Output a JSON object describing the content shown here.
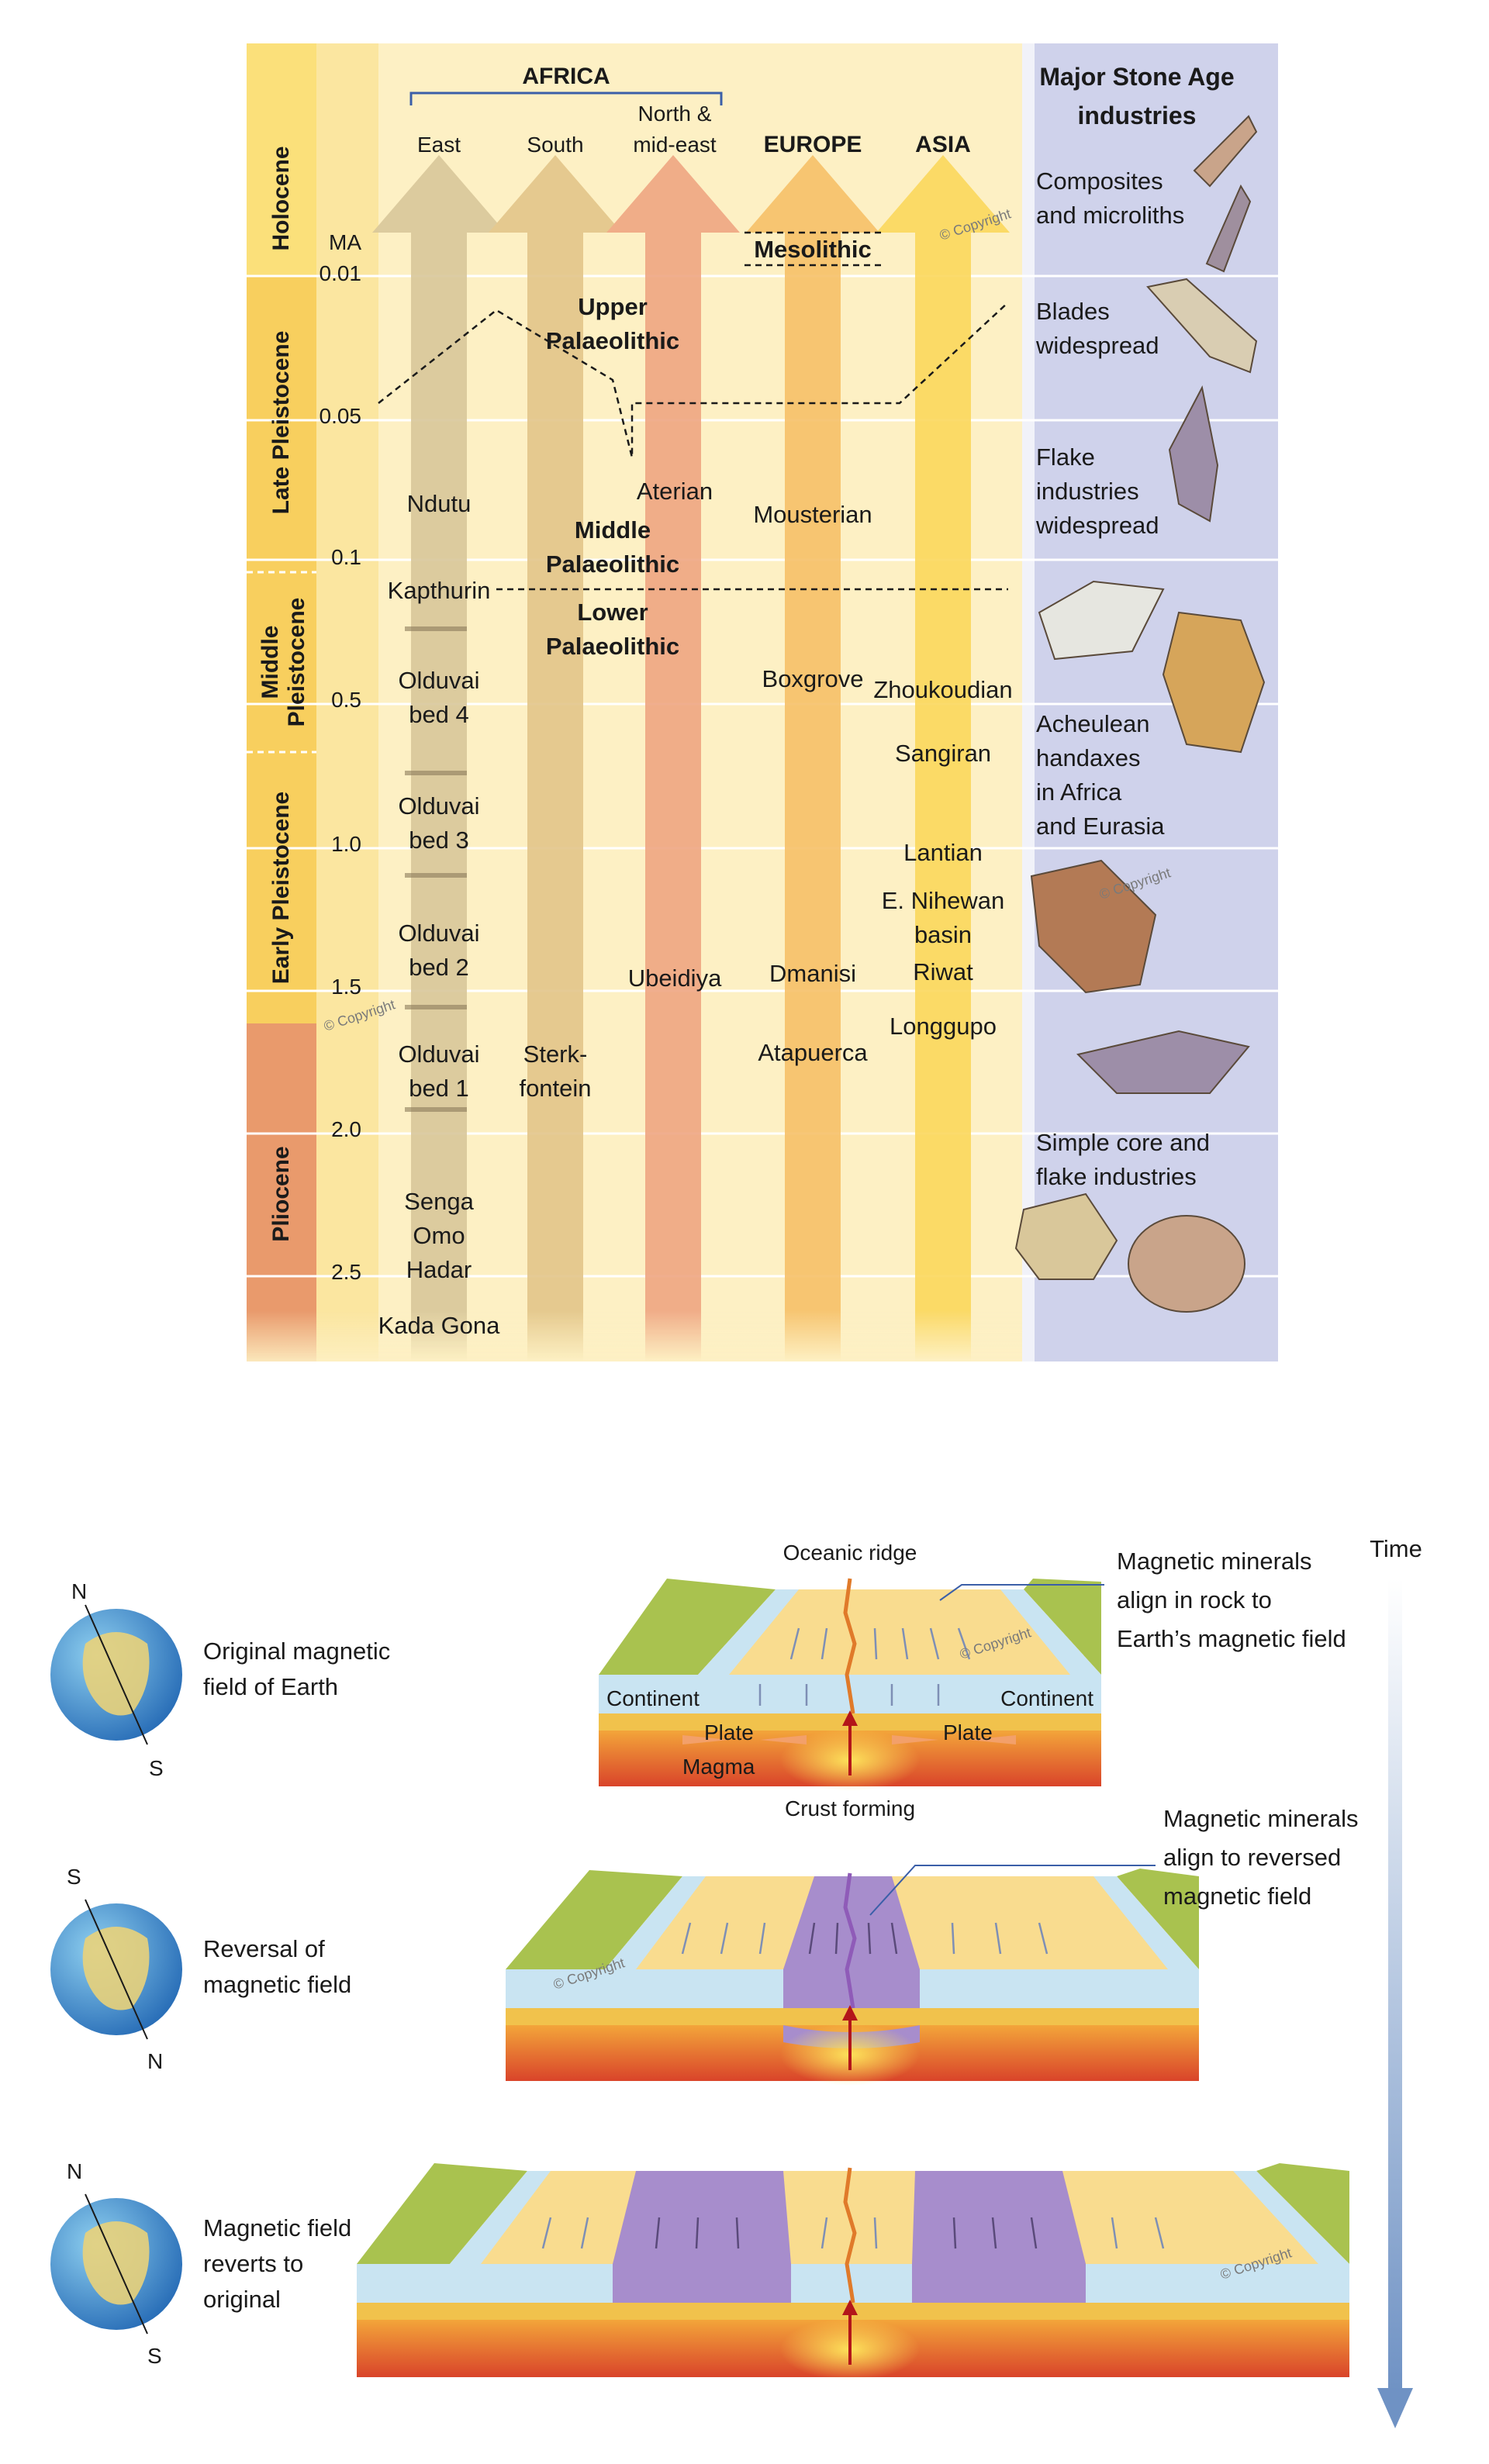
{
  "timeline": {
    "africa_header": "AFRICA",
    "columns": {
      "east": "East",
      "south": "South",
      "north_mideast": [
        "North &",
        "mid-east"
      ],
      "europe": "EUROPE",
      "asia": "ASIA"
    },
    "stone_age_header": [
      "Major Stone Age",
      "industries"
    ],
    "epochs": {
      "holocene": "Holocene",
      "late_pleistocene": "Late Pleistocene",
      "middle_pleistocene": [
        "Middle",
        "Pleistocene"
      ],
      "early_pleistocene": "Early Pleistocene",
      "pliocene": "Pliocene"
    },
    "axis": {
      "unit": "MA",
      "ticks": [
        "0.01",
        "0.05",
        "0.1",
        "0.5",
        "1.0",
        "1.5",
        "2.0",
        "2.5"
      ]
    },
    "periods": {
      "mesolithic": "Mesolithic",
      "upper": [
        "Upper",
        "Palaeolithic"
      ],
      "middle": [
        "Middle",
        "Palaeolithic"
      ],
      "lower": [
        "Lower",
        "Palaeolithic"
      ]
    },
    "east_sites": {
      "ndutu": "Ndutu",
      "kapthurin": "Kapthurin",
      "olduvai4": [
        "Olduvai",
        "bed 4"
      ],
      "olduvai3": [
        "Olduvai",
        "bed 3"
      ],
      "olduvai2": [
        "Olduvai",
        "bed 2"
      ],
      "olduvai1": [
        "Olduvai",
        "bed 1"
      ],
      "senga": [
        "Senga",
        "Omo",
        "Hadar"
      ],
      "kadagona": "Kada Gona"
    },
    "south_sites": {
      "sterkfontein": [
        "Sterk-",
        "fontein"
      ]
    },
    "north_sites": {
      "aterian": "Aterian",
      "ubeidiya": "Ubeidiya"
    },
    "europe_sites": {
      "mousterian": "Mousterian",
      "boxgrove": "Boxgrove",
      "dmanisi": "Dmanisi",
      "atapuerca": "Atapuerca"
    },
    "asia_sites": {
      "zhoukoudian": "Zhoukoudian",
      "sangiran": "Sangiran",
      "lantian": "Lantian",
      "nihewan": [
        "E. Nihewan",
        "basin"
      ],
      "riwat": "Riwat",
      "longgupo": "Longgupo"
    },
    "industries": {
      "composites": [
        "Composites",
        "and microliths"
      ],
      "blades": [
        "Blades",
        "widespread"
      ],
      "flake": [
        "Flake",
        "industries",
        "widespread"
      ],
      "acheulean": [
        "Acheulean",
        "handaxes",
        "in Africa",
        "and Eurasia"
      ],
      "simple": [
        "Simple core and",
        "flake industries"
      ]
    },
    "copyright": "© Copyright"
  },
  "magnetic": {
    "time_label": "Time",
    "globes": [
      {
        "top": "N",
        "bottom": "S",
        "caption": [
          "Original magnetic",
          "field of Earth"
        ]
      },
      {
        "top": "S",
        "bottom": "N",
        "caption": [
          "Reversal of",
          "magnetic field"
        ]
      },
      {
        "top": "N",
        "bottom": "S",
        "caption": [
          "Magnetic field",
          "reverts to",
          "original"
        ]
      }
    ],
    "block1": {
      "oceanic_ridge": "Oceanic ridge",
      "continent_left": "Continent",
      "continent_right": "Continent",
      "plate_left": "Plate",
      "plate_right": "Plate",
      "magma": "Magma",
      "crust_forming": "Crust forming"
    },
    "callout1": [
      "Magnetic minerals",
      "align in rock to",
      "Earth’s magnetic field"
    ],
    "callout2": [
      "Magnetic minerals",
      "align to reversed",
      "magnetic field"
    ],
    "copyright": "© Copyright"
  },
  "colors": {
    "epoch_holocene": "#fbe07a",
    "epoch_pleistocene": "#f8cf5e",
    "epoch_pliocene": "#e99a6c",
    "timeline_bg": "#fdf0c4",
    "industries_bg": "#cfd2eb",
    "arrow_east": "#d9c79a",
    "arrow_south": "#e3c589",
    "arrow_north": "#efa582",
    "arrow_europe": "#f7c068",
    "arrow_asia": "#fbd75c",
    "normal_rock": "#f9dc8f",
    "reversed_rock": "#a78dcc",
    "magma": "#e5542a",
    "continent_green": "#a9c24f",
    "time_arrow": "#7c9cc8"
  }
}
